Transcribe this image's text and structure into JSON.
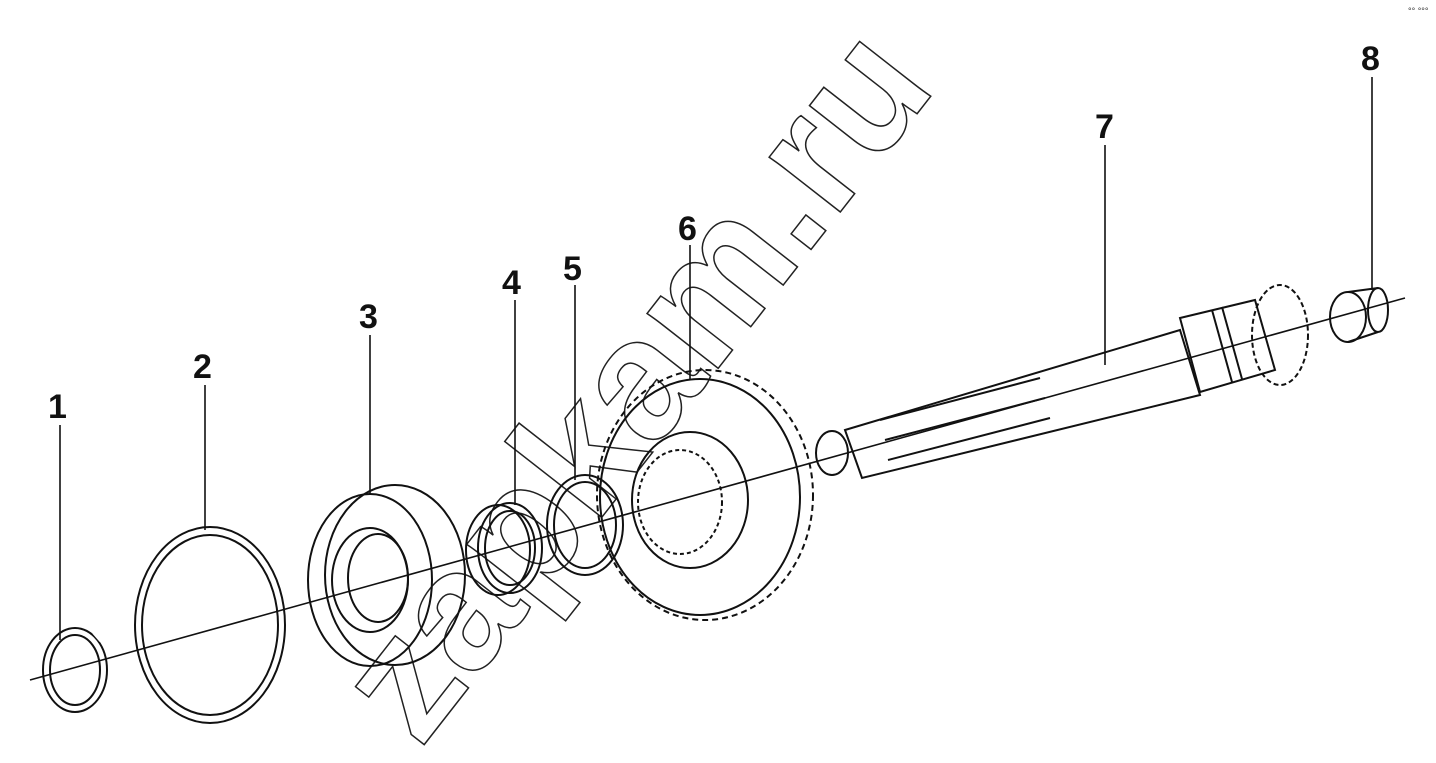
{
  "watermark": "zapkam.ru",
  "corner_mark": "°° °°°",
  "parts": [
    {
      "number": "1"
    },
    {
      "number": "2"
    },
    {
      "number": "3"
    },
    {
      "number": "4"
    },
    {
      "number": "5"
    },
    {
      "number": "6"
    },
    {
      "number": "7"
    },
    {
      "number": "8"
    }
  ]
}
